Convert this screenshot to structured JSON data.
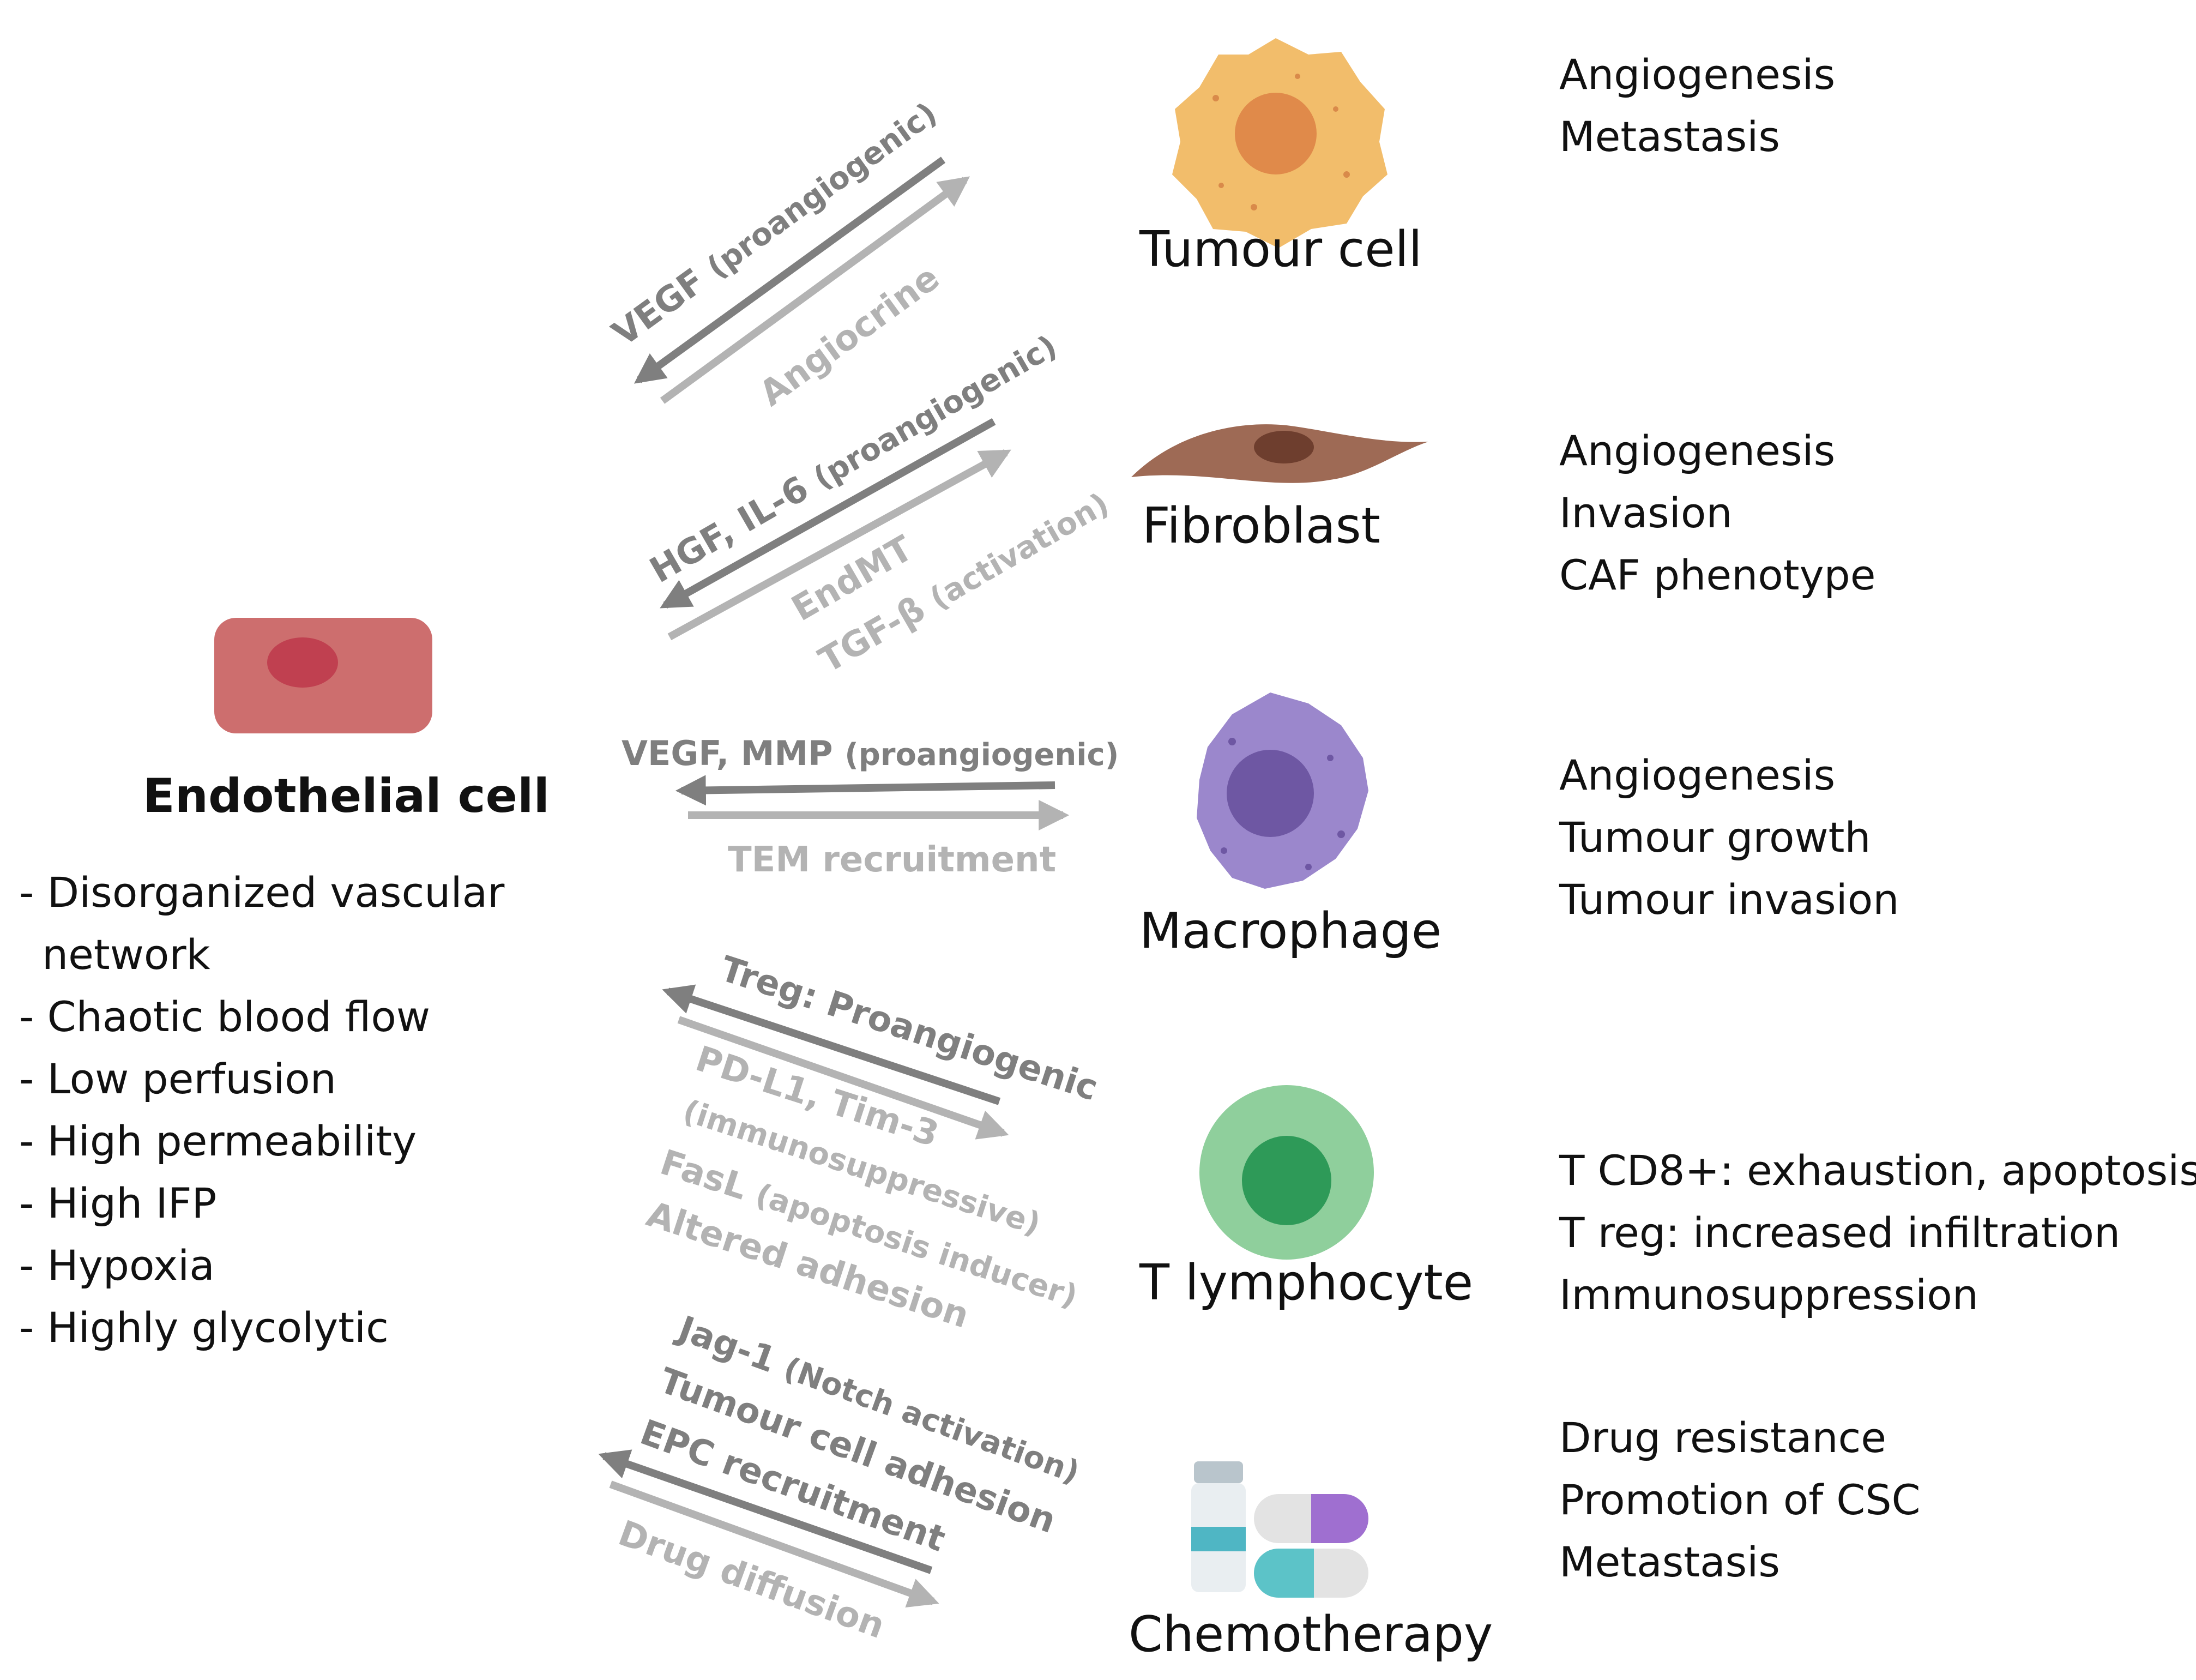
{
  "endothelial": {
    "title": "Endothelial cell",
    "properties": [
      "- Disorganized vascular",
      "network",
      "- Chaotic blood flow",
      "- Low perfusion",
      "- High permeability",
      "- High IFP",
      "- Hypoxia",
      "- Highly glycolytic"
    ]
  },
  "cells": [
    {
      "name": "Tumour cell",
      "outcomes": [
        "Angiogenesis",
        "Metastasis"
      ]
    },
    {
      "name": "Fibroblast",
      "outcomes": [
        "Angiogenesis",
        "Invasion",
        "CAF phenotype"
      ]
    },
    {
      "name": "Macrophage",
      "outcomes": [
        "Angiogenesis",
        "Tumour growth",
        "Tumour invasion"
      ]
    },
    {
      "name": "T lymphocyte",
      "outcomes": [
        "T CD8+: exhaustion, apoptosis",
        "T reg: increased infiltration",
        "Immunosuppression"
      ]
    },
    {
      "name": "Chemotherapy",
      "outcomes": [
        "Drug resistance",
        "Promotion of CSC",
        "Metastasis"
      ]
    }
  ],
  "arrows": {
    "tumour_in": {
      "main": "VEGF",
      "sub": "(proangiogenic)"
    },
    "tumour_out": "Angiocrine",
    "fibro_in": {
      "main": "HGF, IL-6",
      "sub": "(proangiogenic)"
    },
    "fibro_out_1": "EndMT",
    "fibro_out_2": {
      "main": "TGF-β",
      "sub": "(activation)"
    },
    "macro_in": {
      "main": "VEGF, MMP",
      "sub": "(proangiogenic)"
    },
    "macro_out": "TEM recruitment",
    "tlym_in": "Treg: Proangiogenic",
    "tlym_out_1": "PD-L1, Tim-3",
    "tlym_out_2": "(immunosuppressive)",
    "tlym_out_3": {
      "main": "FasL",
      "sub": "(apoptosis inducer)"
    },
    "tlym_out_4": "Altered adhesion",
    "chemo_in_1": {
      "main": "Jag-1",
      "sub": "(Notch activation)"
    },
    "chemo_in_2": "Tumour cell adhesion",
    "chemo_in_3": "EPC recruitment",
    "chemo_out": "Drug diffusion"
  },
  "colors": {
    "dark_arrow": "#7f7f7f",
    "light_arrow": "#b3b3b3",
    "endothelial": "#cd6e6e",
    "tumour": "#f2bd6b",
    "fibroblast": "#9e6a55",
    "macrophage": "#9b87cc",
    "tlymphocyte": "#8fcf9c"
  }
}
